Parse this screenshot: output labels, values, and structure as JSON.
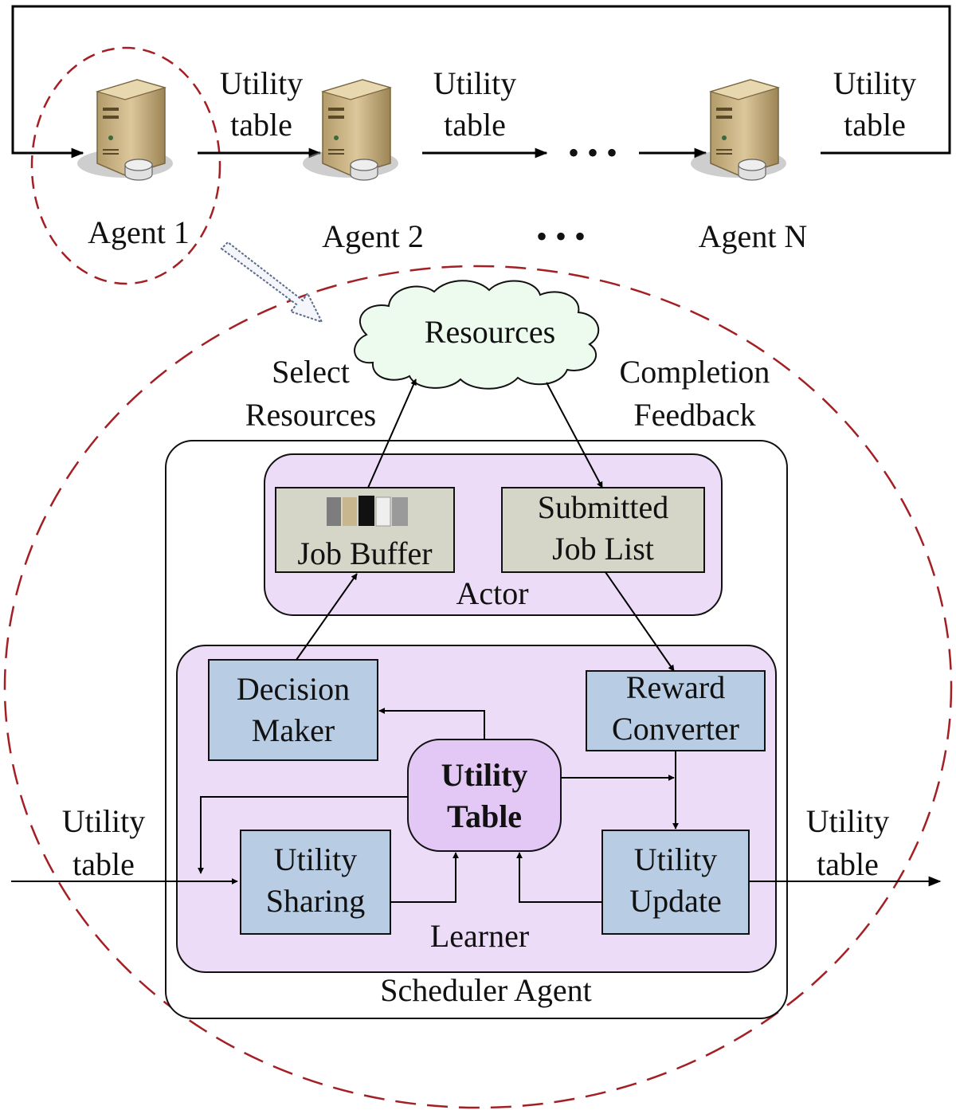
{
  "agents": [
    {
      "label": "Agent 1"
    },
    {
      "label": "Agent 2"
    },
    {
      "label": "Agent N"
    }
  ],
  "ring_labels": {
    "link_1": [
      "Utility",
      "table"
    ],
    "link_2": [
      "Utility",
      "table"
    ],
    "link_n": [
      "Utility",
      "table"
    ]
  },
  "ellipsis": "• • •",
  "resources": "Resources",
  "select_resources": [
    "Select",
    "Resources"
  ],
  "completion_feedback": [
    "Completion",
    "Feedback"
  ],
  "actor": {
    "title": "Actor",
    "job_buffer": "Job Buffer",
    "submitted_job_list": [
      "Submitted",
      "Job List"
    ]
  },
  "learner": {
    "title": "Learner",
    "decision_maker": [
      "Decision",
      "Maker"
    ],
    "reward_converter": [
      "Reward",
      "Converter"
    ],
    "utility_table": [
      "Utility",
      "Table"
    ],
    "utility_sharing": [
      "Utility",
      "Sharing"
    ],
    "utility_update": [
      "Utility",
      "Update"
    ]
  },
  "scheduler_agent": "Scheduler Agent",
  "input_label": [
    "Utility",
    "table"
  ],
  "output_label": [
    "Utility",
    "table"
  ],
  "colors": {
    "dashed_circle": "#a31f24",
    "module_fill": "#ecdcf7",
    "box_blue": "#b8cce4",
    "box_gray": "#d5d5c8",
    "utility_table_fill": "#e3c8f5",
    "cloud_fill": "#edfbee"
  }
}
